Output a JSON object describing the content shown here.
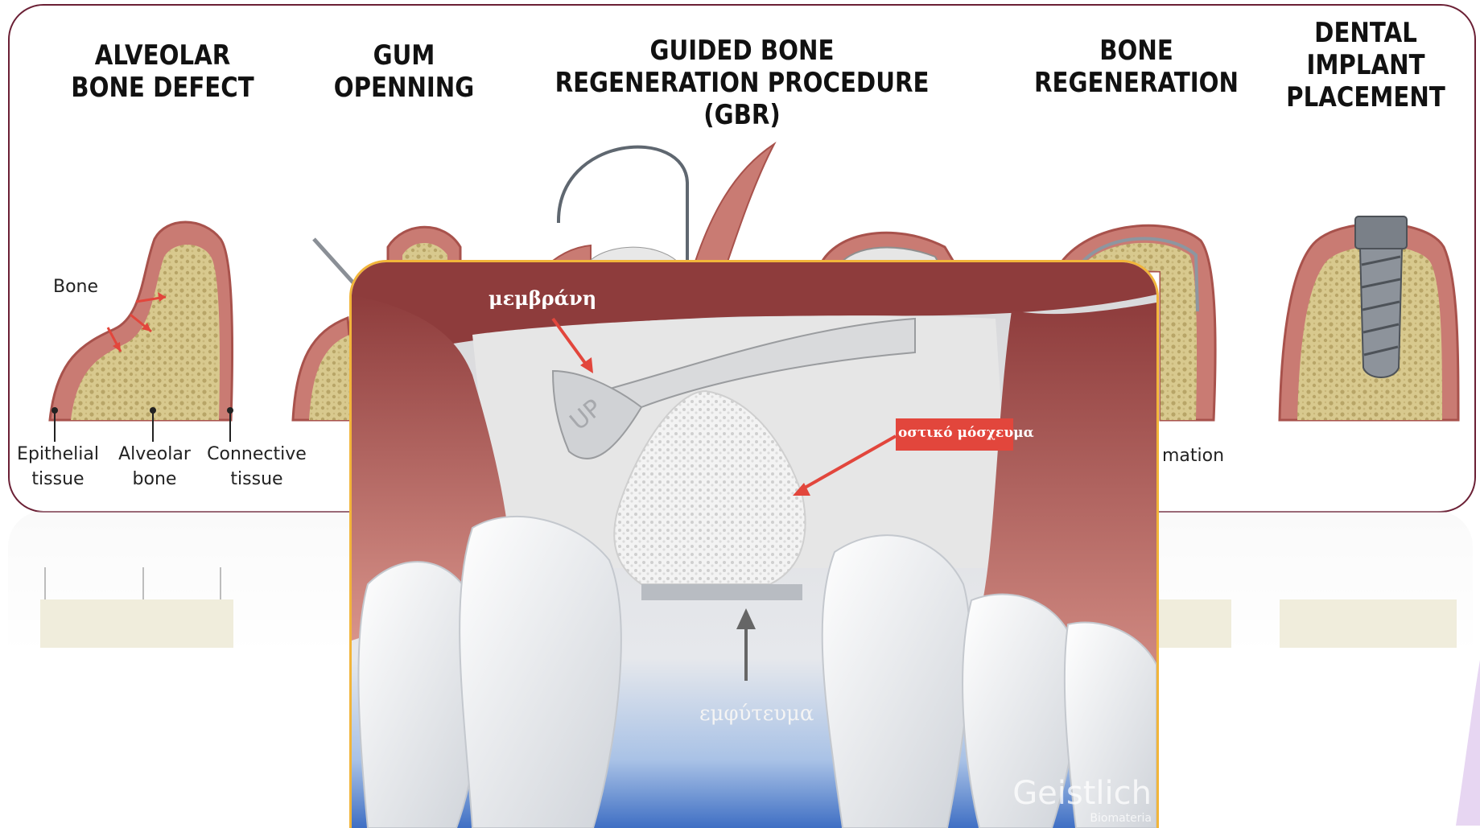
{
  "steps": [
    {
      "title": "ALVEOLAR\nBONE DEFECT"
    },
    {
      "title": "GUM\nOPENNING"
    },
    {
      "title": "GUIDED BONE\nREGENERATION PROCEDURE (GBR)"
    },
    {
      "title": "BONE\nREGENERATION"
    },
    {
      "title": "DENTAL\nIMPLANT\nPLACEMENT"
    }
  ],
  "labels": {
    "bone": "Bone",
    "epithelial": "Epithelial\ntissue",
    "alveolar": "Alveolar\nbone",
    "connective": "Connective\ntissue",
    "formation_partial": "mation"
  },
  "photo": {
    "membrane_label": "μεμβράνη",
    "graft_label": "οστικό μόσχευμα",
    "implant_label": "εμφύτευμα",
    "membrane_print": "UP",
    "watermark": "Geistlich",
    "watermark_sub": "Biomateria"
  },
  "colors": {
    "panel_border": "#6b2035",
    "photo_border": "#f2b53a",
    "gum": "#c97b73",
    "gum_outline": "#a8524c",
    "bone": "#d8c98e",
    "arrow": "#e2463c"
  }
}
